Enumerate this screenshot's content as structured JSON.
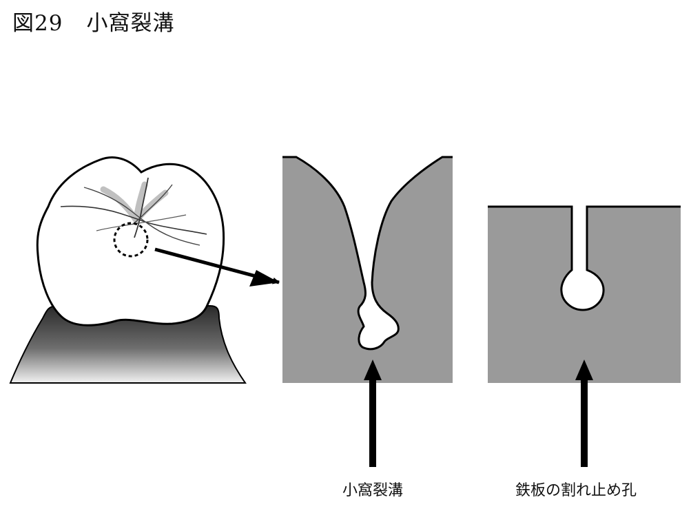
{
  "figure": {
    "number": "図29",
    "title": "小窩裂溝"
  },
  "labels": {
    "fissure": "小窩裂溝",
    "steel_stop_hole": "鉄板の割れ止め孔"
  },
  "colors": {
    "panel_fill": "#9a9a9a",
    "outline": "#000000",
    "gum_dark": "#2a2a2a",
    "gum_light": "#f2f2f2",
    "fissure_shade": "#8c8c8c"
  },
  "icons": {
    "zoom_marker": "dashed-circle",
    "pointer": "arrow"
  }
}
